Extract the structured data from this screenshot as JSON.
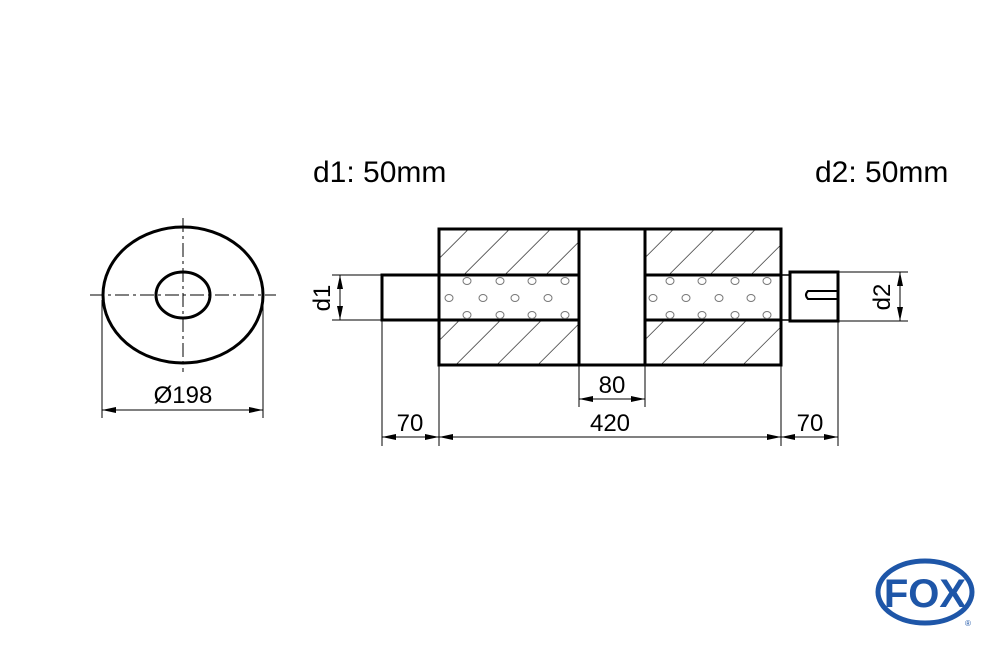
{
  "labels": {
    "d1_title": "d1: 50mm",
    "d2_title": "d2: 50mm",
    "diameter": "Ø198",
    "inlet_length": "70",
    "body_length": "420",
    "gap_length": "80",
    "outlet_length": "70",
    "d1_dim": "d1",
    "d2_dim": "d2"
  },
  "logo": {
    "text": "FOX",
    "mark": "®",
    "color": "#1e56a8"
  }
}
